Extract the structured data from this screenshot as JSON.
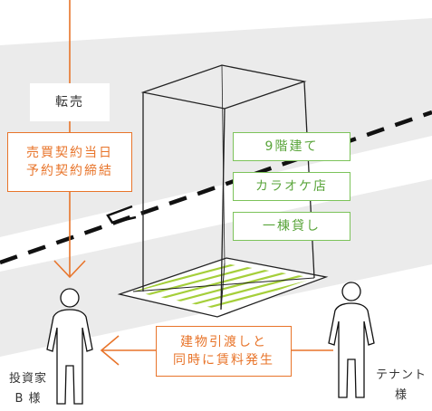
{
  "colors": {
    "road": "#ebebeb",
    "arrow": "#e8742a",
    "panel_border": "#7cc35a",
    "building_line": "#222222",
    "hatch": "#a5cf3a"
  },
  "flow": {
    "resale_label": "転売",
    "pre_contract_label": "売買契約当日\n予約契約締結",
    "handover_label": "建物引渡しと\n同時に賃料発生"
  },
  "building": {
    "floors_label": "9階建て",
    "tenant_type_label": "カラオケ店",
    "lease_type_label": "一棟貸し"
  },
  "people": {
    "investor_label": "投資家\nB 様",
    "tenant_label": "テナント\n様"
  }
}
